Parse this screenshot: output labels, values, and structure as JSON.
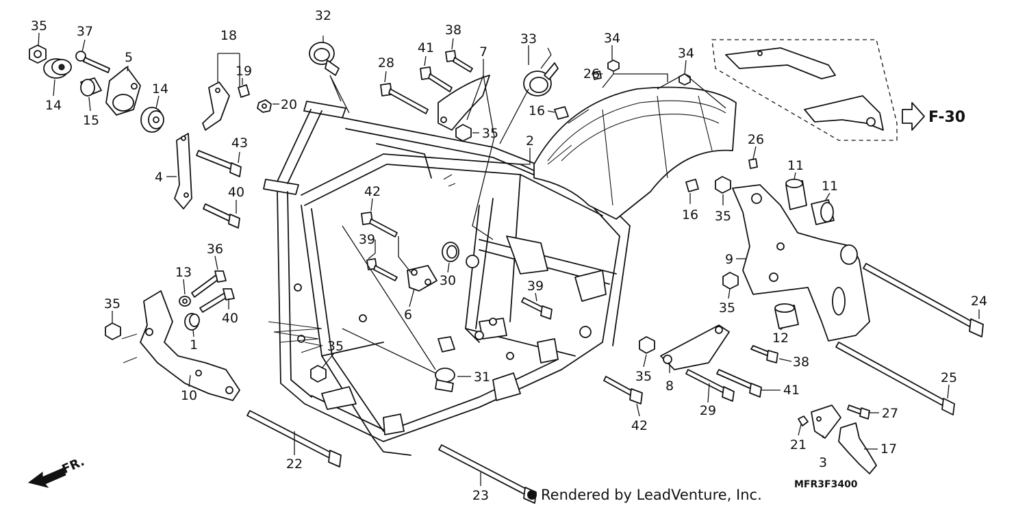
{
  "diagram": {
    "callouts": [
      {
        "id": "c-35-a",
        "label": "35"
      },
      {
        "id": "c-37",
        "label": "37"
      },
      {
        "id": "c-5",
        "label": "5"
      },
      {
        "id": "c-14-a",
        "label": "14"
      },
      {
        "id": "c-15",
        "label": "15"
      },
      {
        "id": "c-14-b",
        "label": "14"
      },
      {
        "id": "c-18",
        "label": "18"
      },
      {
        "id": "c-19",
        "label": "19"
      },
      {
        "id": "c-20",
        "label": "20"
      },
      {
        "id": "c-32",
        "label": "32"
      },
      {
        "id": "c-43",
        "label": "43"
      },
      {
        "id": "c-4",
        "label": "4"
      },
      {
        "id": "c-40-a",
        "label": "40"
      },
      {
        "id": "c-28",
        "label": "28"
      },
      {
        "id": "c-41-a",
        "label": "41"
      },
      {
        "id": "c-38-a",
        "label": "38"
      },
      {
        "id": "c-7",
        "label": "7"
      },
      {
        "id": "c-33",
        "label": "33"
      },
      {
        "id": "c-35-b",
        "label": "35"
      },
      {
        "id": "c-34-a",
        "label": "34"
      },
      {
        "id": "c-26-a",
        "label": "26"
      },
      {
        "id": "c-34-b",
        "label": "34"
      },
      {
        "id": "c-16-a",
        "label": "16"
      },
      {
        "id": "c-2",
        "label": "2"
      },
      {
        "id": "c-26-b",
        "label": "26"
      },
      {
        "id": "c-11-a",
        "label": "11"
      },
      {
        "id": "c-11-b",
        "label": "11"
      },
      {
        "id": "c-16-b",
        "label": "16"
      },
      {
        "id": "c-35-c",
        "label": "35"
      },
      {
        "id": "c-42-a",
        "label": "42"
      },
      {
        "id": "c-39-a",
        "label": "39"
      },
      {
        "id": "c-30",
        "label": "30"
      },
      {
        "id": "c-6",
        "label": "6"
      },
      {
        "id": "c-36",
        "label": "36"
      },
      {
        "id": "c-13",
        "label": "13"
      },
      {
        "id": "c-35-d",
        "label": "35"
      },
      {
        "id": "c-40-b",
        "label": "40"
      },
      {
        "id": "c-1",
        "label": "1"
      },
      {
        "id": "c-39-b",
        "label": "39"
      },
      {
        "id": "c-9",
        "label": "9"
      },
      {
        "id": "c-35-e",
        "label": "35"
      },
      {
        "id": "c-24",
        "label": "24"
      },
      {
        "id": "c-12",
        "label": "12"
      },
      {
        "id": "c-35-f",
        "label": "35"
      },
      {
        "id": "c-38-b",
        "label": "38"
      },
      {
        "id": "c-10",
        "label": "10"
      },
      {
        "id": "c-31",
        "label": "31"
      },
      {
        "id": "c-35-g",
        "label": "35"
      },
      {
        "id": "c-8",
        "label": "8"
      },
      {
        "id": "c-29",
        "label": "29"
      },
      {
        "id": "c-41-b",
        "label": "41"
      },
      {
        "id": "c-25",
        "label": "25"
      },
      {
        "id": "c-42-b",
        "label": "42"
      },
      {
        "id": "c-27",
        "label": "27"
      },
      {
        "id": "c-21",
        "label": "21"
      },
      {
        "id": "c-17",
        "label": "17"
      },
      {
        "id": "c-3",
        "label": "3"
      },
      {
        "id": "c-22",
        "label": "22"
      },
      {
        "id": "c-23",
        "label": "23"
      }
    ],
    "reference_label": "F-30",
    "front_label": "FR.",
    "diagram_code": "MFR3F3400",
    "credit": "Rendered by LeadVenture, Inc."
  }
}
